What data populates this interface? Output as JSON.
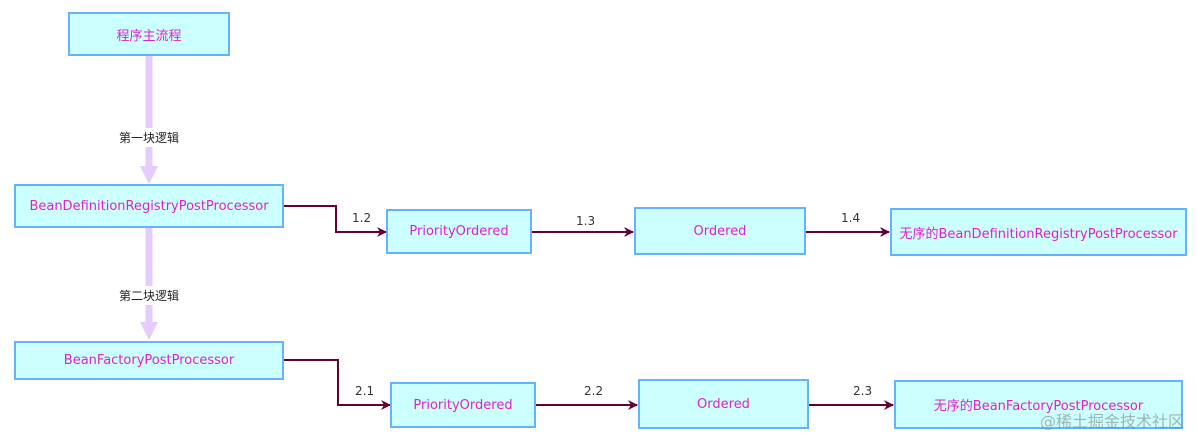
{
  "nodes": {
    "main": "程序主流程",
    "bdrpp": "BeanDefinitionRegistryPostProcessor",
    "bfpp": "BeanFactoryPostProcessor",
    "priority1": "PriorityOrdered",
    "ordered1": "Ordered",
    "unordered1": "无序的BeanDefinitionRegistryPostProcessor",
    "priority2": "PriorityOrdered",
    "ordered2": "Ordered",
    "unordered2": "无序的BeanFactoryPostProcessor"
  },
  "flow_labels": {
    "first": "第一块逻辑",
    "second": "第二块逻辑"
  },
  "edge_labels": {
    "e12": "1.2",
    "e13": "1.3",
    "e14": "1.4",
    "e21": "2.1",
    "e22": "2.2",
    "e23": "2.3"
  },
  "watermark": "@稀土掘金技术社区",
  "colors": {
    "node_fill": "#ccffff",
    "node_border": "#66b2ff",
    "node_text": "#e020d0",
    "flow_arrow": "#e5ccff",
    "edge": "#660033"
  }
}
